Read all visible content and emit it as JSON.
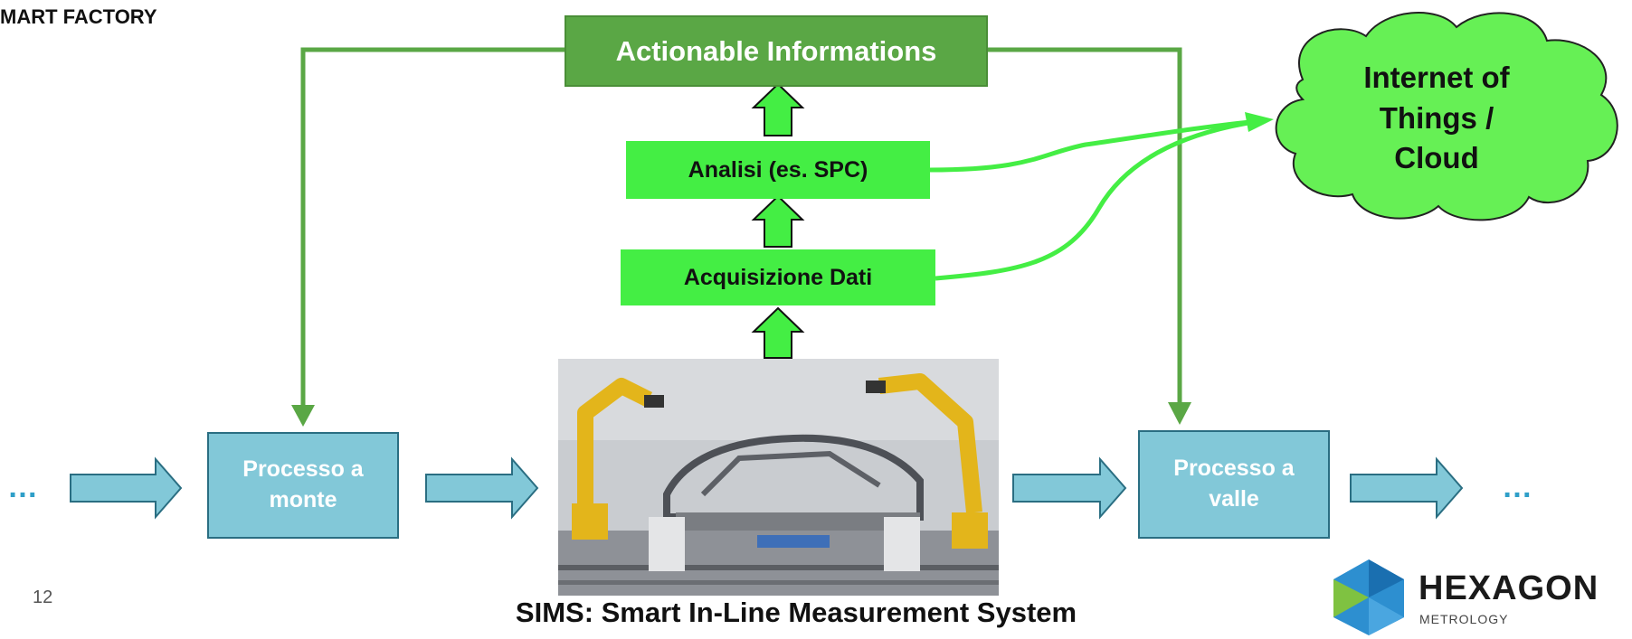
{
  "slide": {
    "title": "MART FACTORY",
    "page_number": "12",
    "caption": "SIMS: Smart In-Line Measurement System"
  },
  "boxes": {
    "actionable": "Actionable Informations",
    "analisi": "Analisi (es. SPC)",
    "acquisizione": "Acquisizione Dati",
    "processo_monte": [
      "Processo a",
      "monte"
    ],
    "processo_valle": [
      "Processo a",
      "valle"
    ]
  },
  "cloud": {
    "lines": [
      "Internet of",
      "Things /",
      "Cloud"
    ]
  },
  "ellipsis_left": "…",
  "ellipsis_right": "…",
  "logo": {
    "name": "HEXAGON",
    "sub": "METROLOGY"
  },
  "colors": {
    "dark_green": "#5aa745",
    "light_green": "#44ee44",
    "process_blue": "#82c8d8",
    "arrow_blue": "#2a6e82",
    "cloud_fill": "#66f055"
  }
}
